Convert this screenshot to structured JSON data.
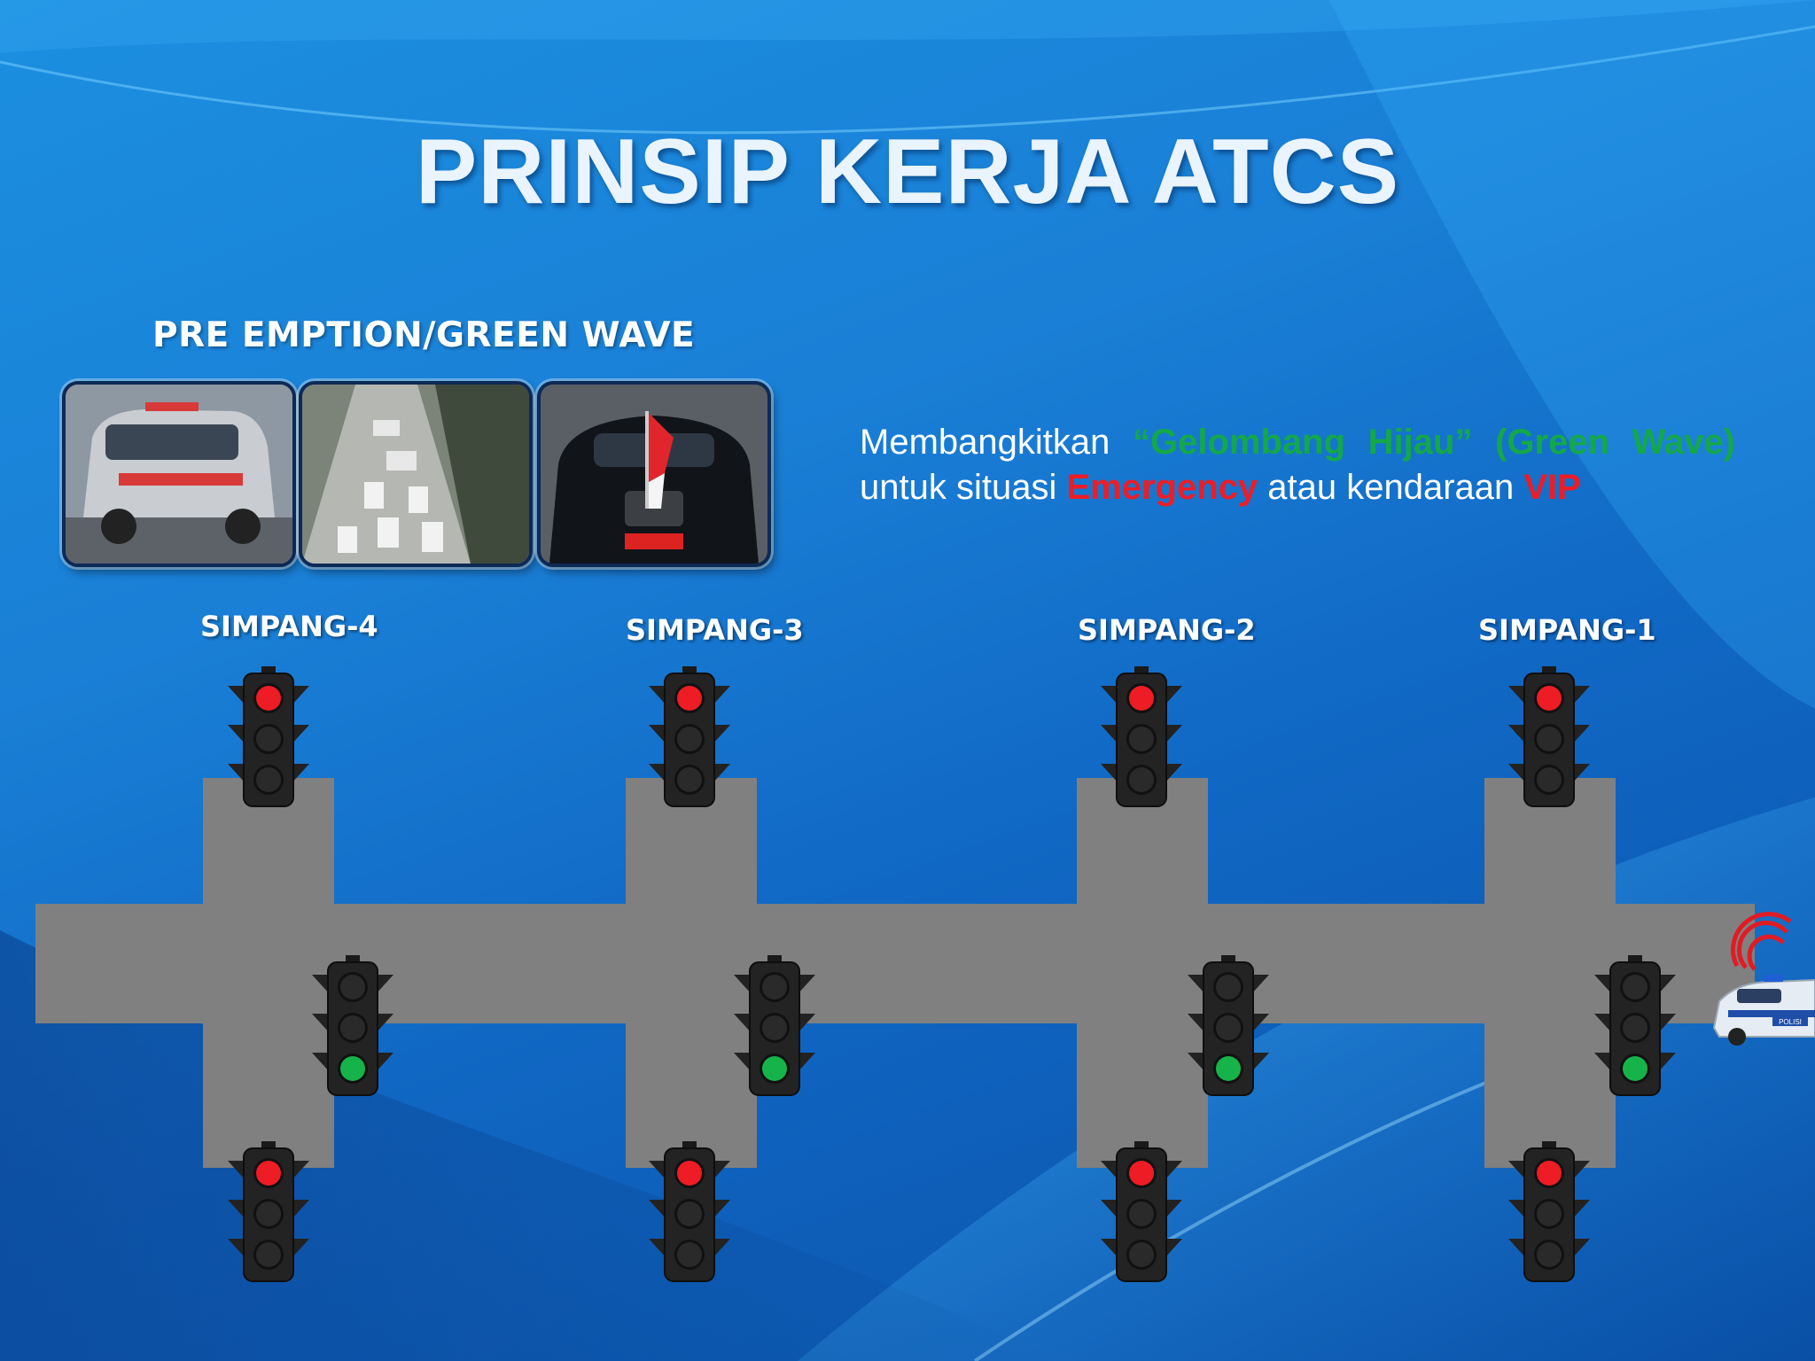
{
  "slide": {
    "title": "PRINSIP KERJA ATCS",
    "subtitle": "PRE EMPTION/GREEN WAVE",
    "description": {
      "part1": "Membangkitkan ",
      "green1": "“Gelombang Hijau” (Green Wave)",
      "part2": " untuk situasi ",
      "red1": "Emergency",
      "part3": " atau kendaraan ",
      "red2": "VIP"
    },
    "colors": {
      "background": "#1a7fd6",
      "road": "#808080",
      "light_red": "#ee1c25",
      "light_green": "#16b34a",
      "light_off": "#2a2a2a",
      "text_green": "#13a84a",
      "text_red": "#ee1c25"
    },
    "photos": [
      {
        "name": "ambulance-photo"
      },
      {
        "name": "motorcade-photo"
      },
      {
        "name": "vip-car-photo"
      }
    ],
    "intersections": [
      {
        "label": "SIMPANG-4",
        "top_light": "red",
        "side_light": "green",
        "bottom_light": "red"
      },
      {
        "label": "SIMPANG-3",
        "top_light": "red",
        "side_light": "green",
        "bottom_light": "red"
      },
      {
        "label": "SIMPANG-2",
        "top_light": "red",
        "side_light": "green",
        "bottom_light": "red"
      },
      {
        "label": "SIMPANG-1",
        "top_light": "red",
        "side_light": "green",
        "bottom_light": "red"
      }
    ],
    "vehicle": {
      "name": "police-car",
      "badge": "POLISI"
    }
  }
}
